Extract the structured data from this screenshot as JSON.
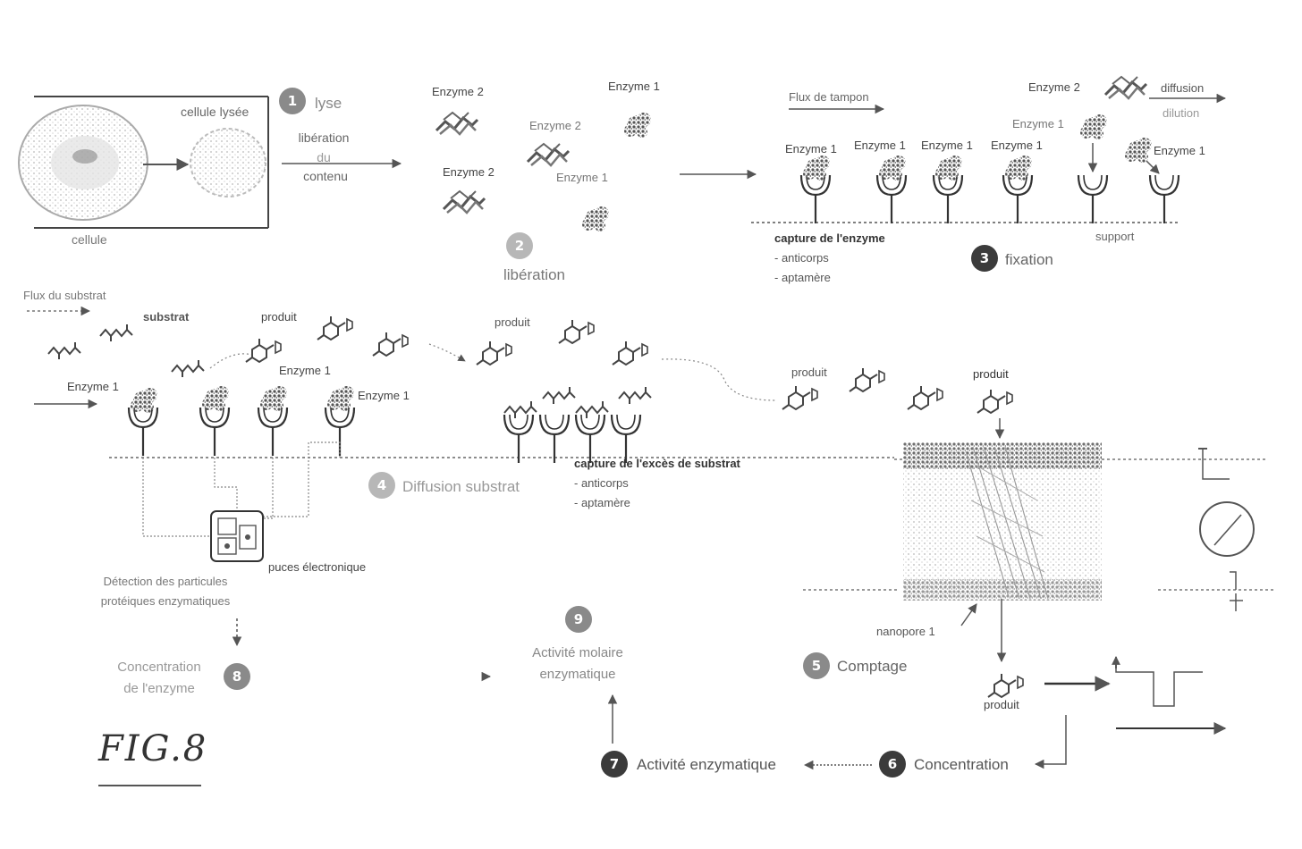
{
  "colors": {
    "ink": "#333333",
    "grey": "#8a8a8a",
    "light": "#b7b7b7"
  },
  "steps": {
    "s1": {
      "num": "1",
      "label": "lyse"
    },
    "s2": {
      "num": "2",
      "label": "libération"
    },
    "s3": {
      "num": "3",
      "label": "fixation"
    },
    "s4": {
      "num": "4",
      "label": "Diffusion substrat"
    },
    "s5": {
      "num": "5",
      "label": "Comptage"
    },
    "s6": {
      "num": "6",
      "label": "Concentration"
    },
    "s7": {
      "num": "7",
      "label": "Activité enzymatique"
    },
    "s8": {
      "num": "8",
      "label_line1": "Concentration",
      "label_line2": "de l'enzyme"
    },
    "s9": {
      "num": "9",
      "label_line1": "Activité molaire",
      "label_line2": "enzymatique"
    }
  },
  "panel1": {
    "cell_lysed": "cellule lysée",
    "cell": "cellule",
    "release_line1": "libération",
    "release_line2": "du",
    "release_line3": "contenu"
  },
  "panel2": {
    "enzyme2_a": "Enzyme 2",
    "enzyme1_a": "Enzyme 1",
    "enzyme2_b": "Enzyme 2",
    "enzyme1_b": "Enzyme 1",
    "enzyme2_c": "Enzyme 2"
  },
  "panel3": {
    "buffer_flow": "Flux de tampon",
    "enzyme2": "Enzyme 2",
    "diffusion": "diffusion",
    "dilution": "dilution",
    "enzyme1_free": "Enzyme 1",
    "enzyme1_a": "Enzyme 1",
    "enzyme1_b": "Enzyme 1",
    "enzyme1_c": "Enzyme 1",
    "enzyme1_d": "Enzyme 1",
    "enzyme1_e": "Enzyme 1",
    "capture_title": "capture de l'enzyme",
    "capture_1": "- anticorps",
    "capture_2": "- aptamère",
    "support": "support"
  },
  "panel4": {
    "substrate_flow": "Flux du substrat",
    "substrate": "substrat",
    "product_a": "produit",
    "enzyme1_left": "Enzyme 1",
    "enzyme1_mid": "Enzyme 1",
    "enzyme1_right": "Enzyme 1",
    "product_b": "produit",
    "product_c": "produit",
    "product_d": "produit",
    "excess_title": "capture de l'excès de substrat",
    "excess_1": "- anticorps",
    "excess_2": "- aptamère",
    "chip": "puces électronique",
    "detection_line1": "Détection des particules",
    "detection_line2": "protéiques enzymatiques"
  },
  "panel5": {
    "nanopore": "nanopore 1",
    "product_out": "produit"
  },
  "figure": {
    "caption": "FIG.8"
  }
}
